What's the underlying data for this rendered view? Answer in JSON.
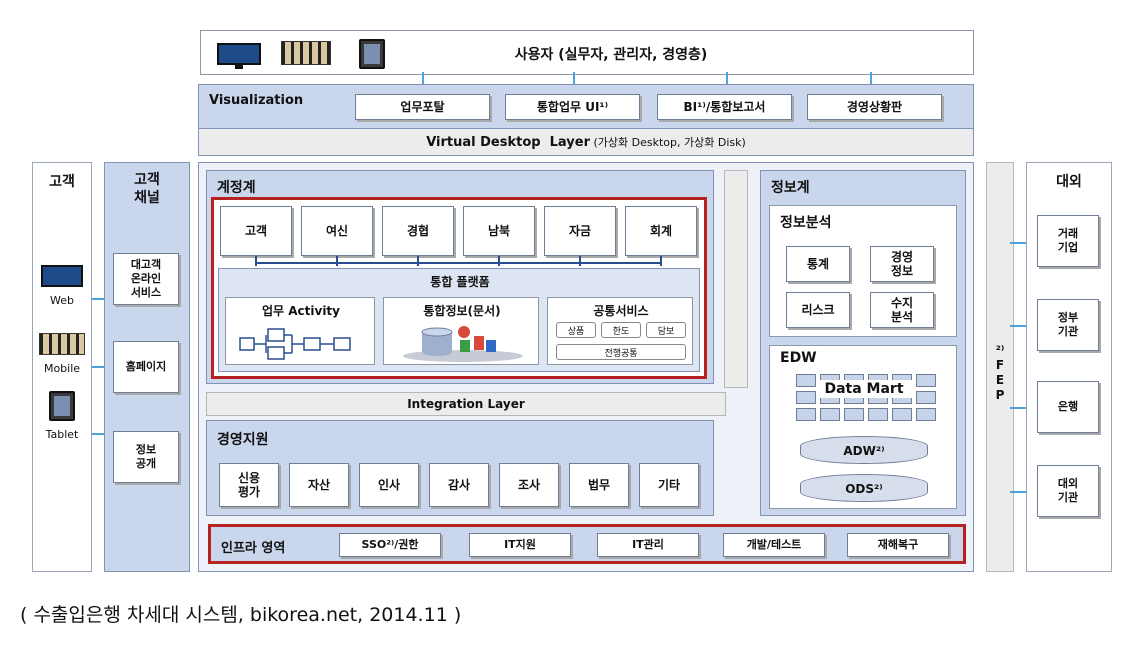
{
  "user_bar": {
    "label": "사용자 (실무자, 관리자, 경영층)"
  },
  "visualization": {
    "title": "Visualization",
    "items": [
      "업무포탈",
      "통합업무 UI¹⁾",
      "BI¹⁾/통합보고서",
      "경영상황판"
    ],
    "vdl_bold": "Virtual Desktop  Layer",
    "vdl_rest": " (가상화 Desktop, 가상화 Disk)"
  },
  "customer": {
    "title": "고객",
    "devices": [
      "Web",
      "Mobile",
      "Tablet"
    ]
  },
  "channel": {
    "title": "고객\n채널",
    "items": [
      "대고객\n온라인\n서비스",
      "홈페이지",
      "정보\n공개"
    ]
  },
  "accounting": {
    "title": "계정계",
    "modules": [
      "고객",
      "여신",
      "경협",
      "남북",
      "자금",
      "회계"
    ],
    "platform_title": "통합 플랫폼",
    "platform_boxes": [
      {
        "title": "업무 Activity"
      },
      {
        "title": "통합정보(문서)"
      },
      {
        "title": "공통서비스",
        "pills": [
          "상품",
          "한도",
          "담보",
          "전행공통"
        ]
      }
    ]
  },
  "integration": {
    "label": "Integration Layer"
  },
  "management": {
    "title": "경영지원",
    "items": [
      "신용\n평가",
      "자산",
      "인사",
      "감사",
      "조사",
      "법무",
      "기타"
    ]
  },
  "infra": {
    "title": "인프라 영역",
    "items": [
      "SSO²⁾/권한",
      "IT지원",
      "IT관리",
      "개발/테스트",
      "재해복구"
    ]
  },
  "info": {
    "title": "정보계",
    "analysis_title": "정보분석",
    "analysis_items": [
      "통계",
      "경영\n정보",
      "리스크",
      "수지\n분석"
    ],
    "edw_title": "EDW",
    "data_mart": "Data Mart",
    "adw": "ADW²⁾",
    "ods": "ODS²⁾"
  },
  "fep": {
    "label": "²⁾\nF\nE\nP"
  },
  "external": {
    "title": "대외",
    "items": [
      "거래\n기업",
      "정부\n기관",
      "은행",
      "대외\n기관"
    ]
  },
  "caption": "( 수출입은행 차세대 시스템, bikorea.net, 2014.11 )",
  "colors": {
    "red_border": "#b5221f",
    "panel_blue": "#c9d6ec",
    "arrow": "#4da3d9"
  }
}
